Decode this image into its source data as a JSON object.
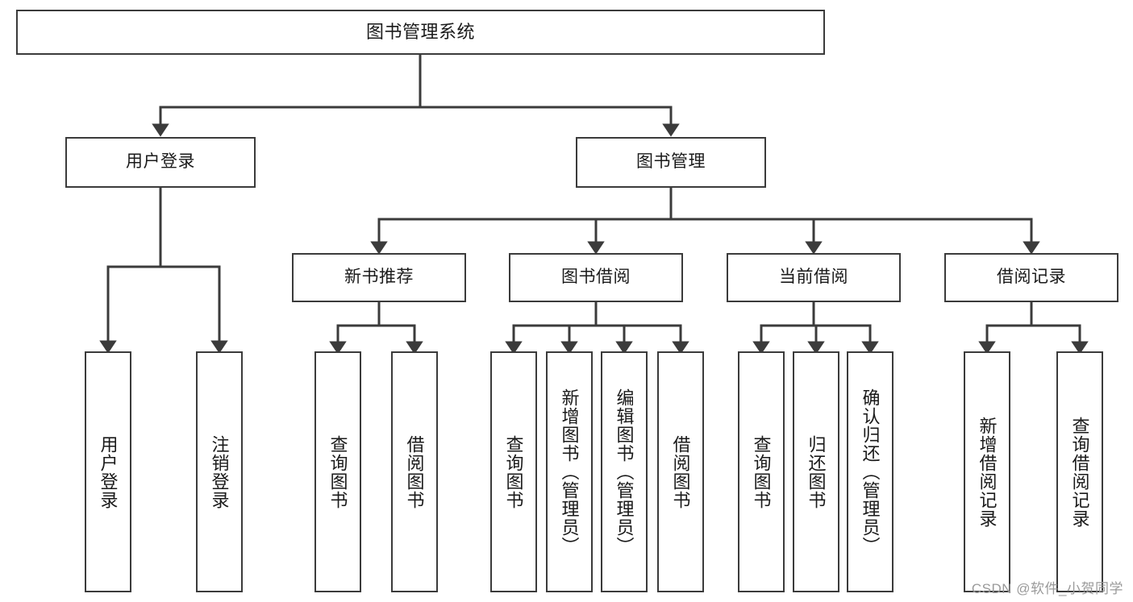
{
  "diagram": {
    "title": "图书管理系统",
    "type": "tree-hierarchy-chart",
    "colors": {
      "box_stroke": "#3b3b3b",
      "box_fill": "#ffffff",
      "edge_stroke": "#3b3b3b",
      "text": "#1a1a1a",
      "watermark": "#9a9a9a",
      "background": "#ffffff"
    },
    "root": {
      "id": "root",
      "label": "图书管理系统"
    },
    "level2": [
      {
        "id": "user-login",
        "label": "用户登录"
      },
      {
        "id": "book-manage",
        "label": "图书管理"
      }
    ],
    "level3": [
      {
        "id": "new-book-rec",
        "label": "新书推荐",
        "parent": "book-manage"
      },
      {
        "id": "book-borrow",
        "label": "图书借阅",
        "parent": "book-manage"
      },
      {
        "id": "current-borrow",
        "label": "当前借阅",
        "parent": "book-manage"
      },
      {
        "id": "borrow-record",
        "label": "借阅记录",
        "parent": "book-manage"
      }
    ],
    "leaves": [
      {
        "id": "leaf-user-login",
        "label": "用户登录",
        "parent": "user-login"
      },
      {
        "id": "leaf-user-logout",
        "label": "注销登录",
        "parent": "user-login"
      },
      {
        "id": "leaf-query-book-1",
        "label": "查询图书",
        "parent": "new-book-rec"
      },
      {
        "id": "leaf-borrow-book-1",
        "label": "借阅图书",
        "parent": "new-book-rec"
      },
      {
        "id": "leaf-query-book-2",
        "label": "查询图书",
        "parent": "book-borrow"
      },
      {
        "id": "leaf-add-book",
        "label": "新增图书（管理员）",
        "parent": "book-borrow"
      },
      {
        "id": "leaf-edit-book",
        "label": "编辑图书（管理员）",
        "parent": "book-borrow"
      },
      {
        "id": "leaf-borrow-book-2",
        "label": "借阅图书",
        "parent": "book-borrow"
      },
      {
        "id": "leaf-query-book-3",
        "label": "查询图书",
        "parent": "current-borrow"
      },
      {
        "id": "leaf-return-book",
        "label": "归还图书",
        "parent": "current-borrow"
      },
      {
        "id": "leaf-confirm-return",
        "label": "确认归还（管理员）",
        "parent": "current-borrow"
      },
      {
        "id": "leaf-add-record",
        "label": "新增借阅记录",
        "parent": "borrow-record"
      },
      {
        "id": "leaf-query-record",
        "label": "查询借阅记录",
        "parent": "borrow-record"
      }
    ],
    "watermark": "CSDN @软件_小贺同学"
  }
}
